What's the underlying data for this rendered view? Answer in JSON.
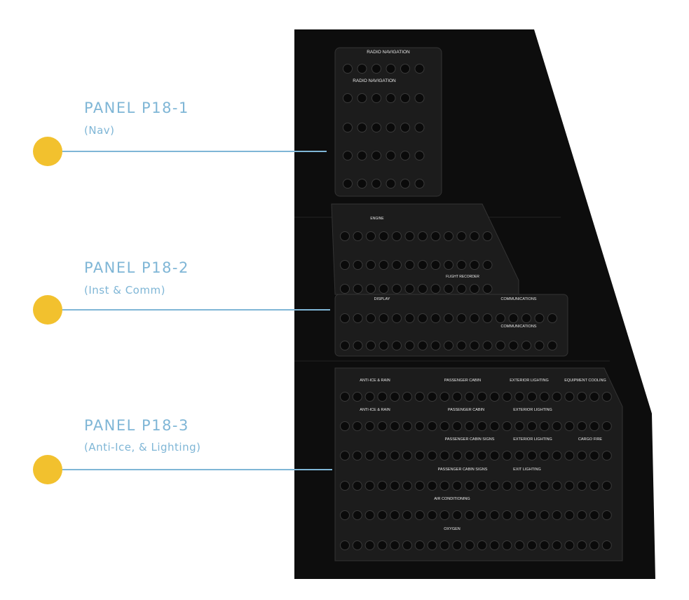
{
  "callouts": [
    {
      "title": "PANEL P18-1",
      "subtitle": "(Nav)"
    },
    {
      "title": "PANEL P18-2",
      "subtitle": "(Inst & Comm)"
    },
    {
      "title": "PANEL P18-3",
      "subtitle": "(Anti-Ice, & Lighting)"
    }
  ],
  "panel_labels": {
    "nav_header_1": "RADIO NAVIGATION",
    "nav_header_2": "RADIO NAVIGATION",
    "engine": "ENGINE",
    "display": "DISPLAY",
    "communications_1": "COMMUNICATIONS",
    "communications_2": "COMMUNICATIONS",
    "flight_recorder": "FLIGHT RECORDER",
    "anti_ice_1": "ANTI-ICE & RAIN",
    "passenger_cabin_1": "PASSENGER CABIN",
    "exterior_lighting_1": "EXTERIOR LIGHTING",
    "equipment_cooling": "EQUIPMENT COOLING",
    "anti_ice_2": "ANTI-ICE & RAIN",
    "passenger_cabin_2": "PASSENGER CABIN",
    "exterior_lighting_2": "EXTERIOR LIGHTING",
    "passenger_cabin_signs_1": "PASSENGER CABIN SIGNS",
    "exterior_lighting_3": "EXTERIOR LIGHTING",
    "cargo_fire": "CARGO FIRE",
    "passenger_cabin_signs_2": "PASSENGER CABIN SIGNS",
    "exit_lighting": "EXIT LIGHTING",
    "air_conditioning": "AIR CONDITIONING",
    "oxygen": "OXYGEN"
  },
  "colors": {
    "accent_line": "#7fb6d6",
    "dot": "#f2c12e",
    "panel_bg": "#1b1b1b",
    "enclosure": "#0d0d0d"
  }
}
